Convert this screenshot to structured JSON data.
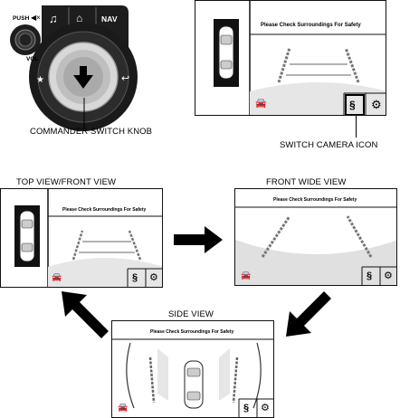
{
  "controller": {
    "push_label": "PUSH",
    "vol_label": "VOL",
    "nav_label": "NAV",
    "knob_caption": "COMMANDER SWITCH KNOB"
  },
  "top_screen": {
    "warning": "Please Check Surroundings For Safety",
    "icon_caption": "SWITCH CAMERA ICON"
  },
  "views": {
    "top_front": {
      "title": "TOP VIEW/FRONT VIEW",
      "warning": "Please Check Surroundings For Safety"
    },
    "front_wide": {
      "title": "FRONT WIDE VIEW",
      "warning": "Please Check Surroundings For Safety"
    },
    "side": {
      "title": "SIDE VIEW",
      "warning": "Please Check Surroundings For Safety"
    }
  },
  "icons": [
    "music-icon",
    "home-icon",
    "star-icon",
    "back-icon",
    "mute-icon",
    "camera-switch-icon",
    "settings-icon",
    "car-icon",
    "arrow-right-icon",
    "arrow-down-left-icon",
    "arrow-up-left-icon"
  ]
}
